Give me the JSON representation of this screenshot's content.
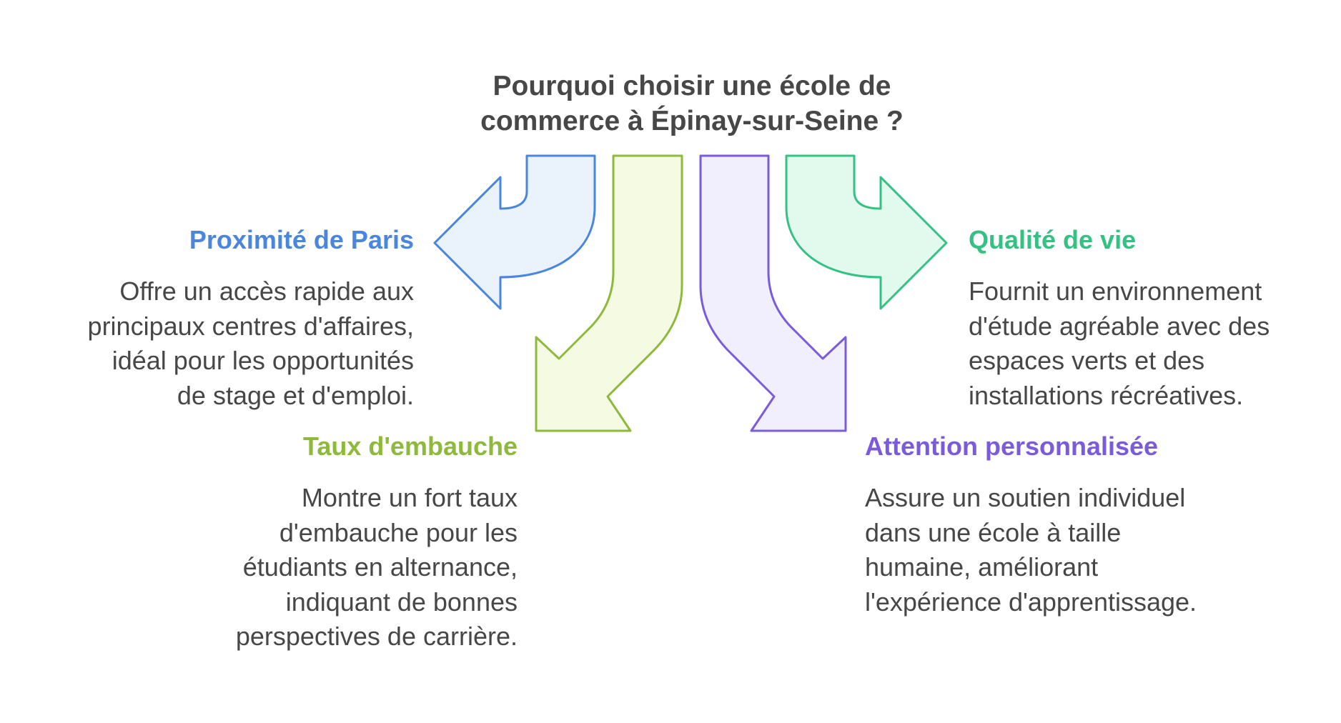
{
  "title": {
    "line1": "Pourquoi choisir une école de",
    "line2": "commerce à Épinay-sur-Seine ?"
  },
  "colors": {
    "paris": "#4A86DE",
    "paris_fill": "#EAF2FC",
    "embauche": "#8DBA3A",
    "embauche_fill": "#F4FBE2",
    "attention": "#7B5BDB",
    "attention_fill": "#F1EEFE",
    "vie": "#36C184",
    "vie_fill": "#E2FAEE",
    "text": "#474747"
  },
  "items": {
    "paris": {
      "heading": "Proximité de Paris",
      "lines": [
        "Offre un accès rapide aux",
        "principaux centres d'affaires,",
        "idéal pour les opportunités",
        "de stage et d'emploi."
      ]
    },
    "embauche": {
      "heading": "Taux d'embauche",
      "lines": [
        "Montre un fort taux",
        "d'embauche pour les",
        "étudiants en alternance,",
        "indiquant de bonnes",
        "perspectives de carrière."
      ]
    },
    "vie": {
      "heading": "Qualité de vie",
      "lines": [
        "Fournit un environnement",
        "d'étude agréable avec des",
        "espaces verts et des",
        "installations récréatives."
      ]
    },
    "attention": {
      "heading": "Attention personnalisée",
      "lines": [
        "Assure un soutien individuel",
        "dans une école à taille",
        "humaine, améliorant",
        "l'expérience d'apprentissage."
      ]
    }
  }
}
